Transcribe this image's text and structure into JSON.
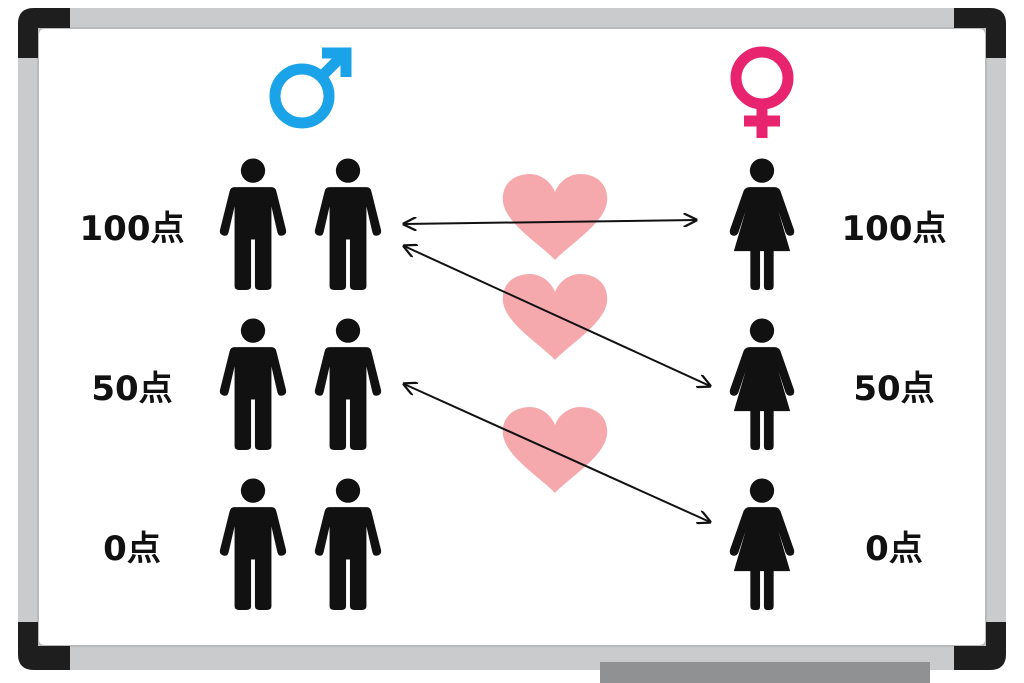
{
  "board": {
    "frame_color": "#c9cbcd",
    "corner_color": "#1e1e1e",
    "surface_color": "#ffffff",
    "male_symbol_color": "#1aa3e8",
    "female_symbol_color": "#e8246e",
    "heart_color": "#f4a0a4"
  },
  "male": {
    "symbol_icon": "male-symbol-icon",
    "rows": [
      {
        "score": "100点",
        "people": 2
      },
      {
        "score": "50点",
        "people": 2
      },
      {
        "score": "0点",
        "people": 2
      }
    ]
  },
  "female": {
    "symbol_icon": "female-symbol-icon",
    "rows": [
      {
        "score": "100点",
        "people": 1
      },
      {
        "score": "50点",
        "people": 1
      },
      {
        "score": "0点",
        "people": 1
      }
    ]
  },
  "matches": [
    {
      "from_male": "100点",
      "to_female": "100点"
    },
    {
      "from_male": "100点",
      "to_female": "50点"
    },
    {
      "from_male": "50点",
      "to_female": "0点"
    }
  ]
}
